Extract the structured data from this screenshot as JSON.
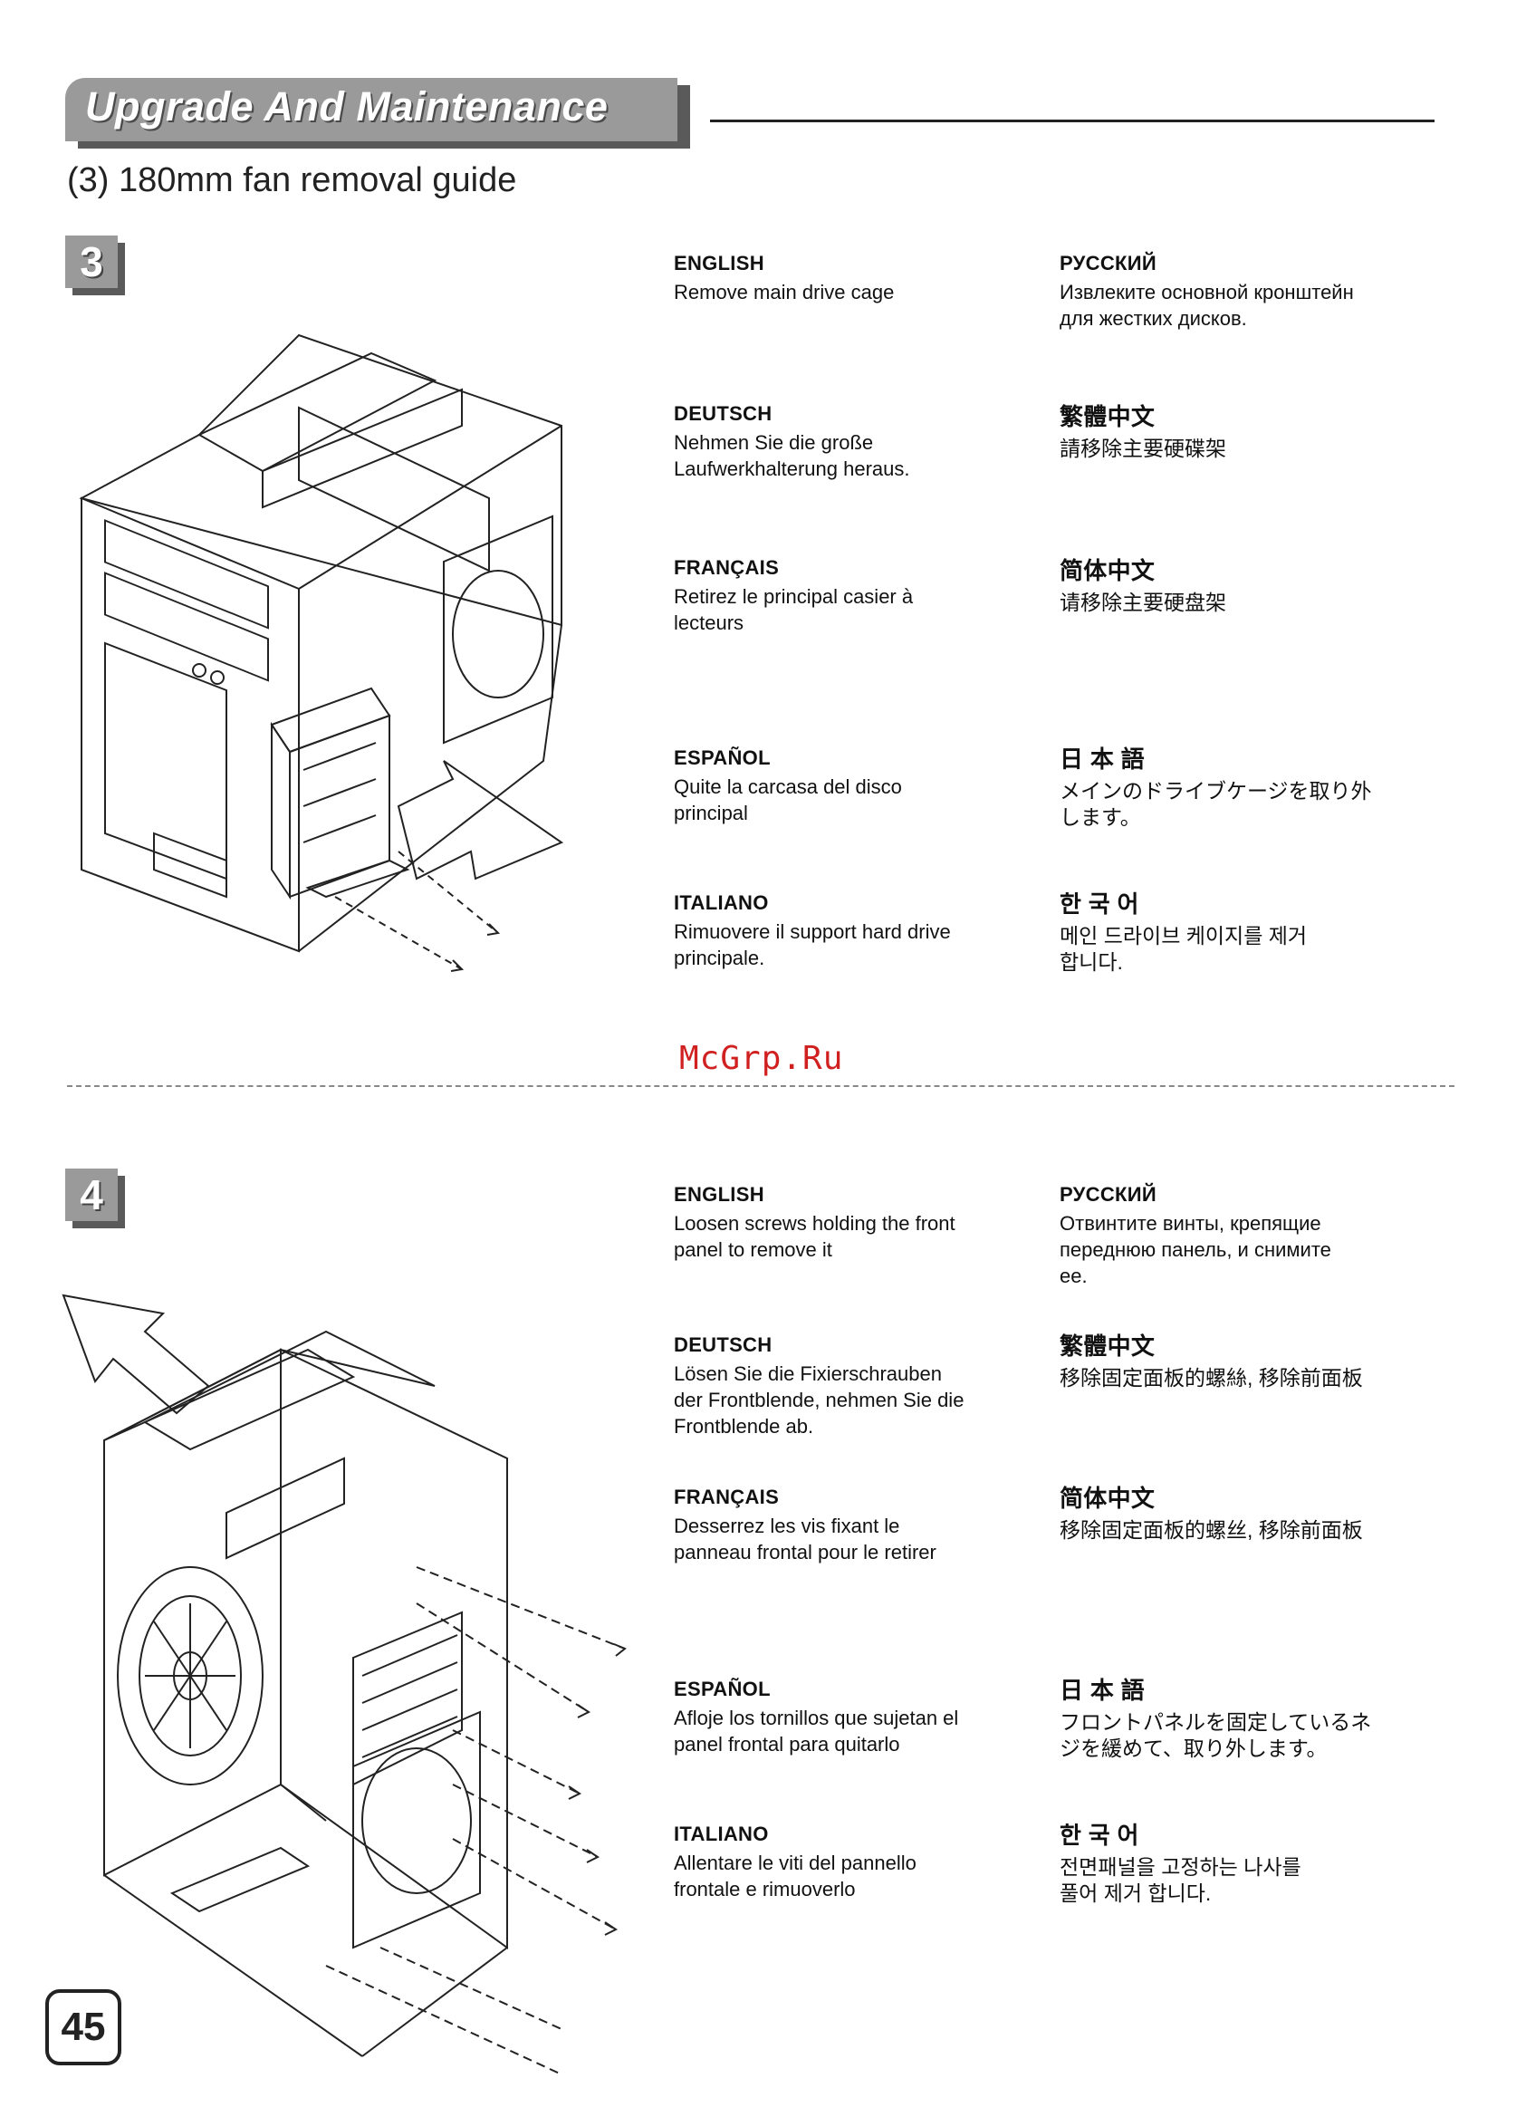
{
  "header": {
    "title": "Upgrade And Maintenance"
  },
  "subtitle": "(3) 180mm fan removal guide",
  "steps": [
    {
      "number": "3",
      "instructions": {
        "english": {
          "heading": "ENGLISH",
          "text": "Remove main drive cage"
        },
        "russian": {
          "heading": "РУССКИЙ",
          "text": "Извлеките основной кронштейн\nдля жестких дисков."
        },
        "german": {
          "heading": "DEUTSCH",
          "text": "Nehmen Sie die große\nLaufwerkhalterung heraus."
        },
        "trad_chinese": {
          "heading": "繁體中文",
          "text": "請移除主要硬碟架"
        },
        "french": {
          "heading": "FRANÇAIS",
          "text": "Retirez le principal casier à\nlecteurs"
        },
        "simp_chinese": {
          "heading": "简体中文",
          "text": "请移除主要硬盘架"
        },
        "spanish": {
          "heading": "ESPAÑOL",
          "text": "Quite la carcasa del disco\nprincipal"
        },
        "japanese": {
          "heading": "日 本 語",
          "text": "メインのドライブケージを取り外\nします。"
        },
        "italian": {
          "heading": "ITALIANO",
          "text": "Rimuovere il support hard drive\nprincipale."
        },
        "korean": {
          "heading": "한 국 어",
          "text": "메인 드라이브 케이지를 제거\n합니다."
        }
      }
    },
    {
      "number": "4",
      "instructions": {
        "english": {
          "heading": "ENGLISH",
          "text": "Loosen screws holding the front\npanel to remove it"
        },
        "russian": {
          "heading": "РУССКИЙ",
          "text": "Отвинтите винты, крепящие\nпереднюю панель, и снимите\nее."
        },
        "german": {
          "heading": "DEUTSCH",
          "text": "Lösen Sie die Fixierschrauben\nder Frontblende, nehmen Sie die\nFrontblende ab."
        },
        "trad_chinese": {
          "heading": "繁體中文",
          "text": "移除固定面板的螺絲, 移除前面板"
        },
        "french": {
          "heading": "FRANÇAIS",
          "text": "Desserrez les vis fixant le\npanneau frontal pour le retirer"
        },
        "simp_chinese": {
          "heading": "简体中文",
          "text": "移除固定面板的螺丝, 移除前面板"
        },
        "spanish": {
          "heading": "ESPAÑOL",
          "text": "Afloje los tornillos que sujetan el\npanel frontal para quitarlo"
        },
        "japanese": {
          "heading": "日 本 語",
          "text": "フロントパネルを固定しているネ\nジを緩めて、取り外します。"
        },
        "italian": {
          "heading": "ITALIANO",
          "text": "Allentare le viti del pannello\nfrontale e rimuoverlo"
        },
        "korean": {
          "heading": "한 국 어",
          "text": "전면패널을 고정하는 나사를\n풀어 제거 합니다."
        }
      }
    }
  ],
  "watermark": "McGrp.Ru",
  "page_number": "45"
}
